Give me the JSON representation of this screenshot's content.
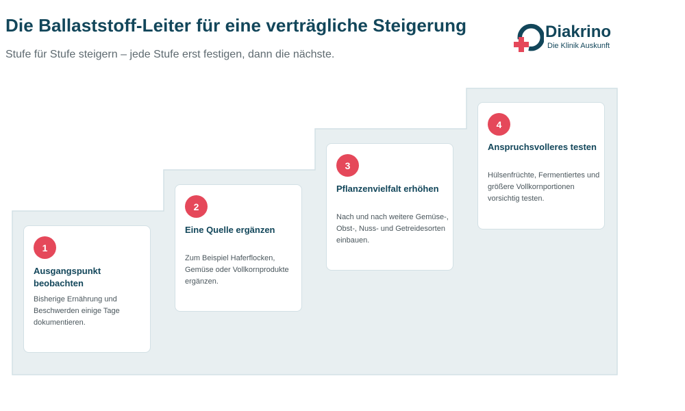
{
  "header": {
    "title": "Die Ballaststoff-Leiter für eine verträgliche Steigerung",
    "subtitle": "Stufe für Stufe steigern – jede Stufe erst festigen, dann die nächste."
  },
  "logo": {
    "name": "Diakrino",
    "tagline": "Die Klinik Auskunft",
    "colors": {
      "ring": "#12465a",
      "cross": "#e5485a"
    }
  },
  "steps": [
    {
      "number": "1",
      "title": "Ausgangspunkt beobachten",
      "description": "Bisherige Ernährung und Beschwerden einige Tage dokumentieren."
    },
    {
      "number": "2",
      "title": "Eine Quelle ergänzen",
      "description": "Zum Beispiel Haferflocken, Gemüse oder Vollkornprodukte ergänzen."
    },
    {
      "number": "3",
      "title": "Pflanzenvielfalt erhöhen",
      "description": "Nach und nach weitere Gemüse-, Obst-, Nuss- und Getreidesorten einbauen."
    },
    {
      "number": "4",
      "title": "Anspruchsvolleres testen",
      "description": "Hülsenfrüchte, Fermentiertes und größere Vollkornportionen vorsichtig testen."
    }
  ],
  "colors": {
    "title": "#12465a",
    "accent": "#e5485a",
    "stair_fill": "#e8eff1",
    "stair_border": "#d2e0e5"
  }
}
